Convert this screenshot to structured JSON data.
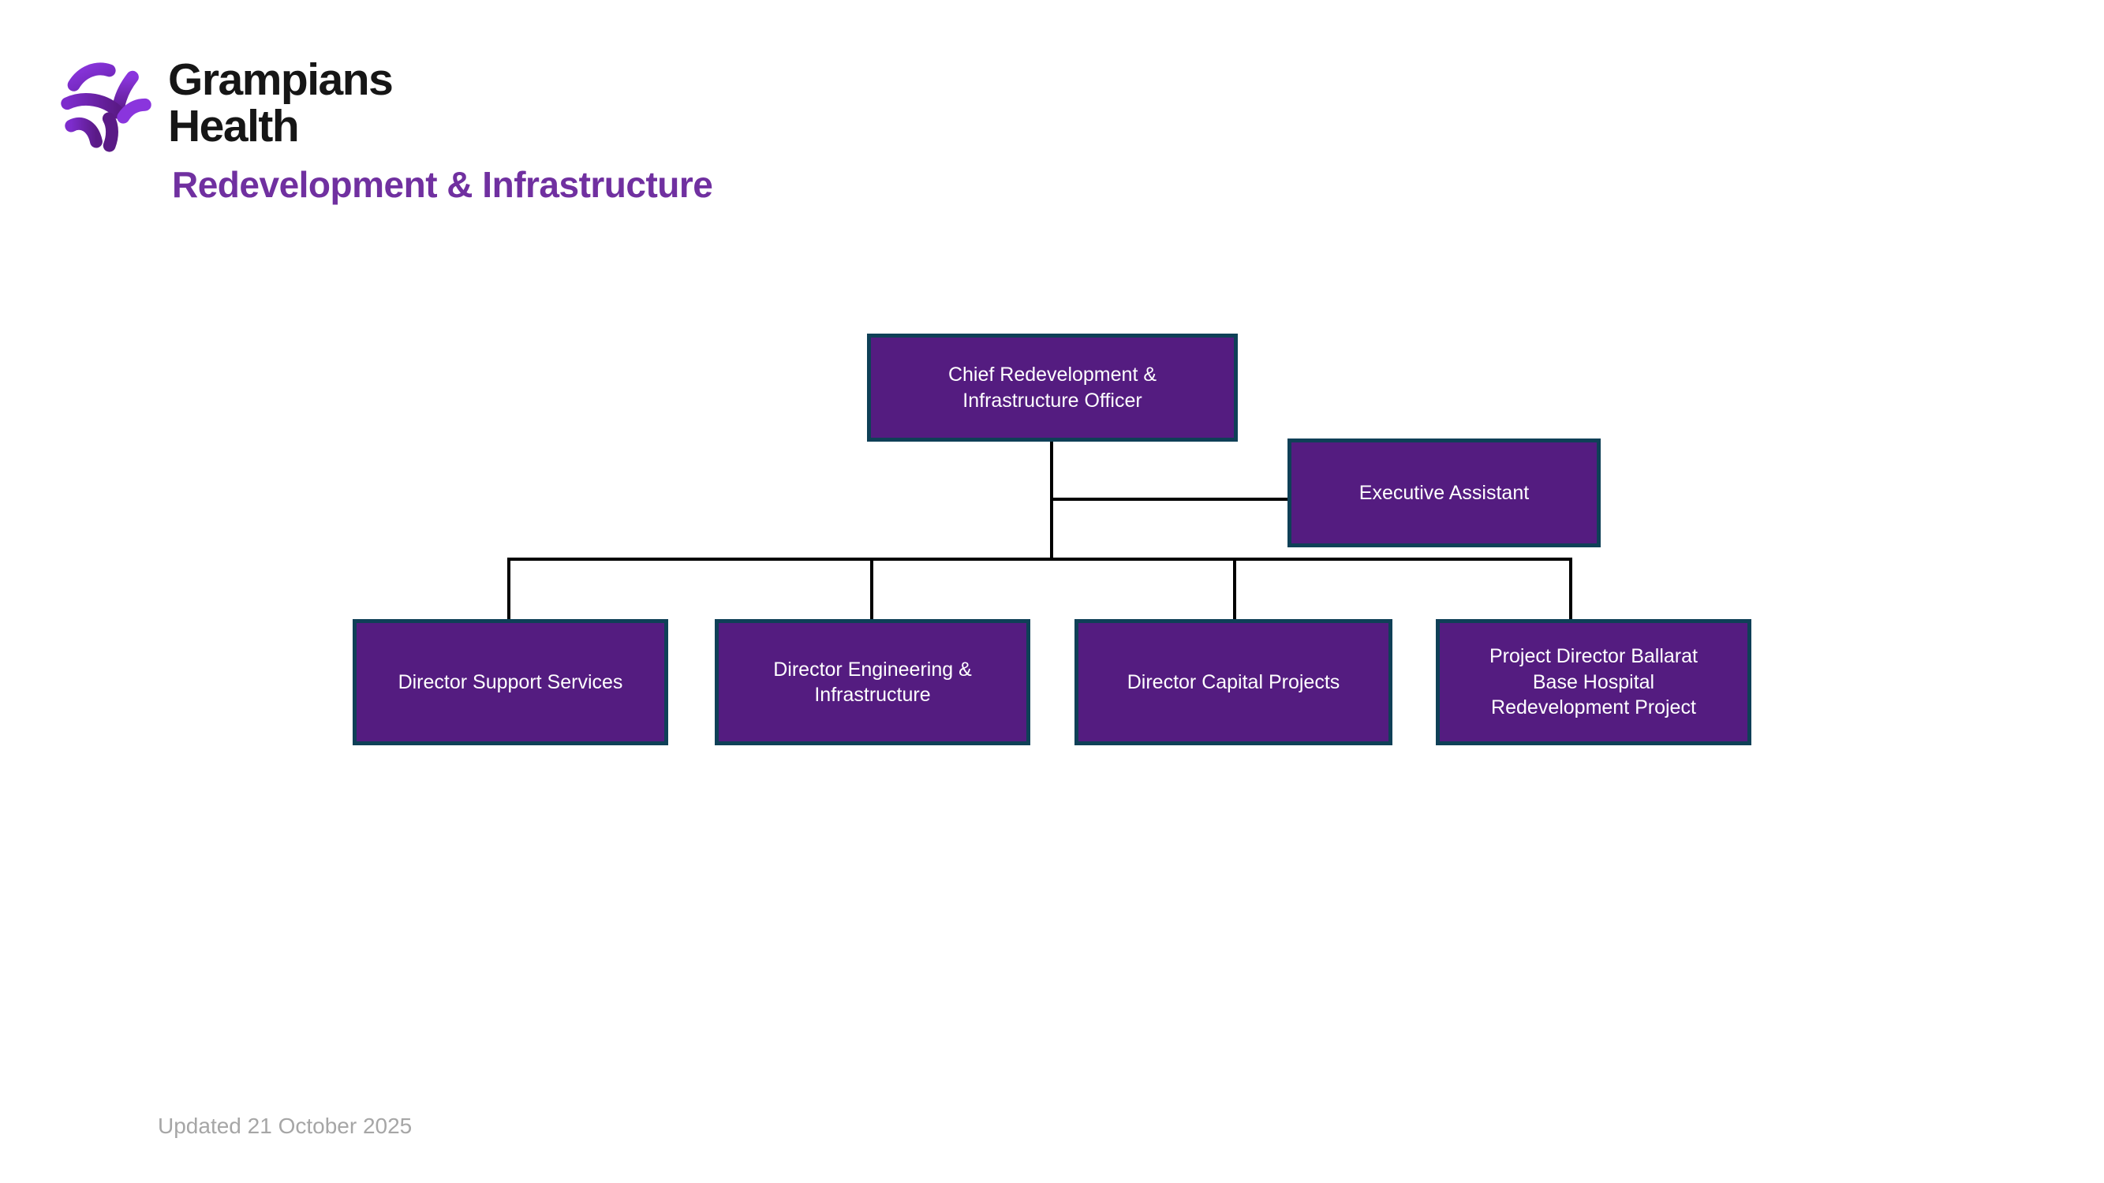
{
  "brand": {
    "wordmark_line1": "Grampians",
    "wordmark_line2": "Health",
    "department": "Redevelopment & Infrastructure"
  },
  "org_chart": {
    "chief": {
      "label": "Chief Redevelopment &\nInfrastructure Officer"
    },
    "assistant": {
      "label": "Executive Assistant"
    },
    "reports": [
      {
        "label": "Director Support Services"
      },
      {
        "label": "Director Engineering &\nInfrastructure"
      },
      {
        "label": "Director Capital Projects"
      },
      {
        "label": "Project Director Ballarat\nBase Hospital\nRedevelopment Project"
      }
    ]
  },
  "footer": {
    "updated_text": "Updated 21 October 2025"
  },
  "colors": {
    "page_background": "#FFFFFF",
    "node_fill": "#541C80",
    "node_border": "#0F4057",
    "node_text": "#FFFFFF",
    "connector": "#000000",
    "department_title": "#7030A0",
    "wordmark": "#161616",
    "footer_text": "#A6A6A6",
    "logo_purple_light": "#8A35DD",
    "logo_purple_mid": "#6D25B5",
    "logo_purple_dark": "#5A1A86"
  }
}
